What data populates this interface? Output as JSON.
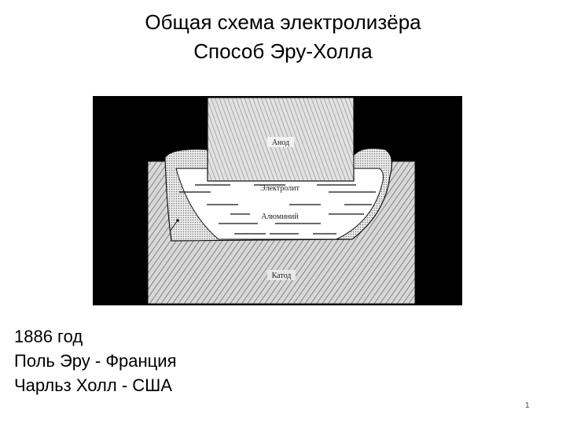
{
  "slide": {
    "title_line1": "Общая схема электролизёра",
    "title_line2": "Способ Эру-Холла",
    "info_lines": [
      "1886 год",
      "Поль Эру - Франция",
      "Чарльз Холл - США"
    ],
    "page_number": "1"
  },
  "diagram": {
    "labels": {
      "anode": "Анод",
      "electrolyte": "Электролит",
      "aluminum": "Алюминий",
      "cathode": "Катод"
    },
    "colors": {
      "background": "#000000",
      "cathode": "#c8c8c8",
      "anode": "#d6d6d6",
      "crust": "#bdbdbd",
      "bath": "#ffffff",
      "lines": "#111111"
    }
  }
}
